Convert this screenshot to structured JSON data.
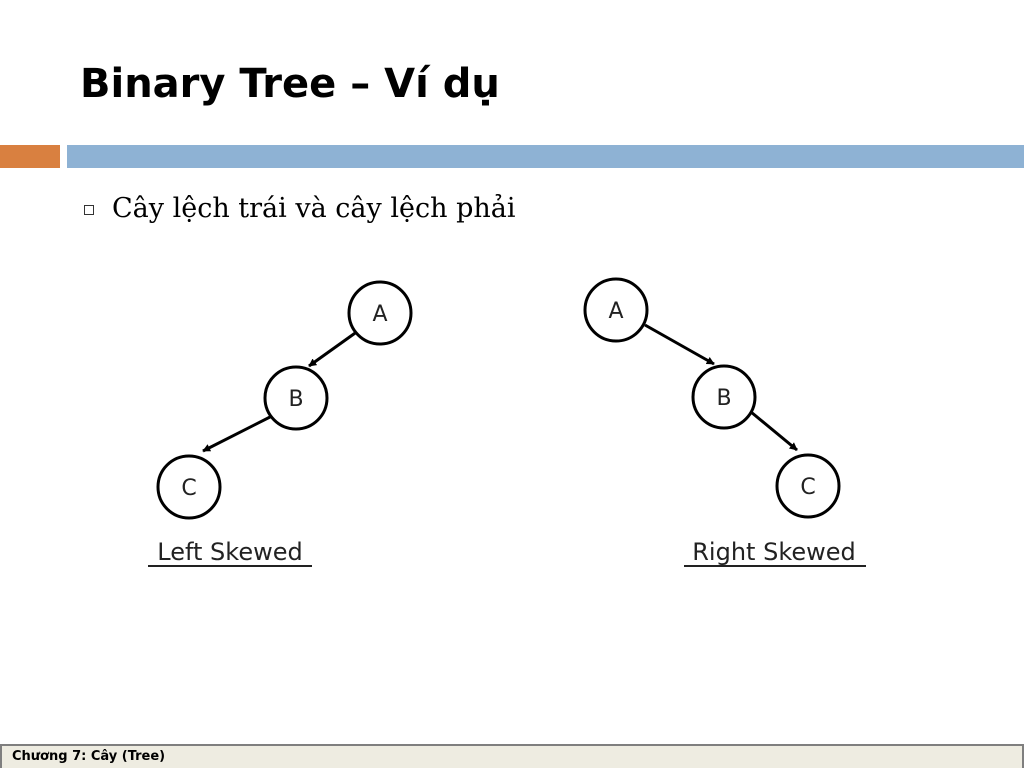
{
  "slide": {
    "title": "Binary Tree – Ví dụ",
    "bullet": "Cây lệch trái và cây lệch phải",
    "footer": "Chương 7: Cây (Tree)"
  },
  "colors": {
    "accent_bar": "#d98040",
    "main_bar": "#8eb2d4",
    "footer_bg": "#eeece1"
  },
  "diagram": {
    "left_tree": {
      "caption": "Left Skewed",
      "nodes": [
        "A",
        "B",
        "C"
      ],
      "edges": [
        [
          "A",
          "B"
        ],
        [
          "B",
          "C"
        ]
      ]
    },
    "right_tree": {
      "caption": "Right Skewed",
      "nodes": [
        "A",
        "B",
        "C"
      ],
      "edges": [
        [
          "A",
          "B"
        ],
        [
          "B",
          "C"
        ]
      ]
    }
  }
}
